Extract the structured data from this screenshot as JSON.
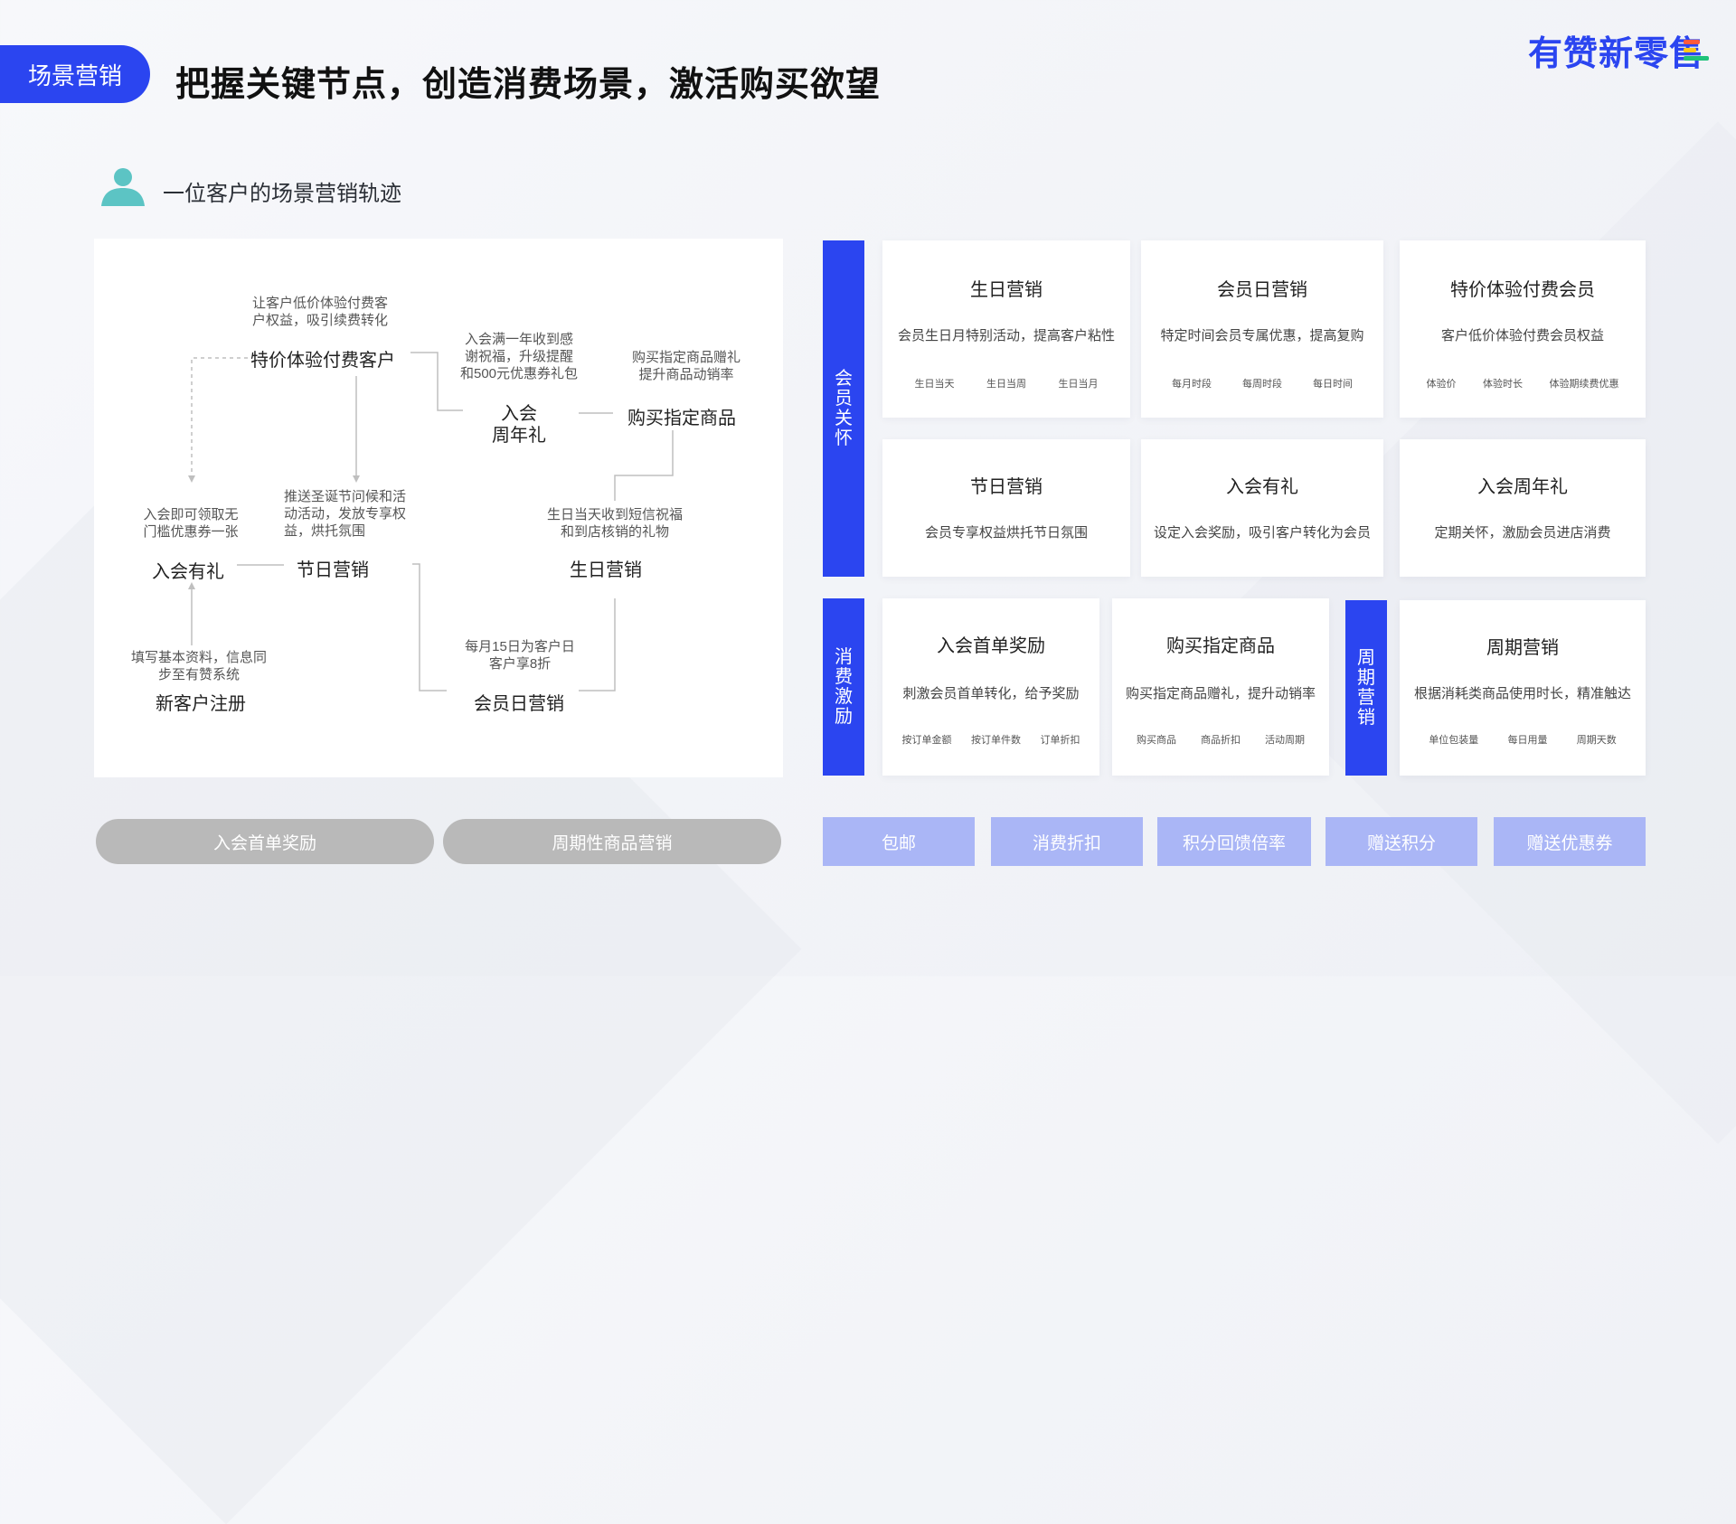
{
  "header": {
    "tag_label": "场景营销",
    "headline": "把握关键节点，创造消费场景，激活购买欲望",
    "logo_text": "有赞新零售"
  },
  "colors": {
    "accent_blue": "#2b45f0",
    "card_bg": "#ffffff",
    "pill_gray": "#b9b9b9",
    "pill_blue": "#aab6f6",
    "person_icon": "#5cc4c4",
    "logo_bars": [
      "#ff5a3c",
      "#ffc61a",
      "#1fc27a"
    ]
  },
  "journey": {
    "title": "一位客户的场景营销轨迹",
    "nodes": {
      "trial": "特价体验付费客户",
      "anniversary_1": "入会",
      "anniversary_2": "周年礼",
      "buy_product": "购买指定商品",
      "join_gift": "入会有礼",
      "festival": "节日营销",
      "birthday": "生日营销",
      "register": "新客户注册",
      "member_day": "会员日营销"
    },
    "notes": {
      "trial_1": "让客户低价体验付费客",
      "trial_2": "户权益，吸引续费转化",
      "anniv_1": "入会满一年收到感",
      "anniv_2": "谢祝福，升级提醒",
      "anniv_3": "和500元优惠券礼包",
      "buy_1": "购买指定商品赠礼",
      "buy_2": "提升商品动销率",
      "festival_1": "推送圣诞节问候和活",
      "festival_2": "动活动，发放专享权",
      "festival_3": "益，烘托氛围",
      "join_1": "入会即可领取无",
      "join_2": "门槛优惠券一张",
      "birthday_1": "生日当天收到短信祝福",
      "birthday_2": "和到店核销的礼物",
      "register_1": "填写基本资料，信息同",
      "register_2": "步至有赞系统",
      "memberday_1": "每月15日为客户日",
      "memberday_2": "客户享8折"
    }
  },
  "groups": {
    "care": [
      "会",
      "员",
      "关",
      "怀"
    ],
    "incentive": [
      "消",
      "费",
      "激",
      "励"
    ],
    "cycle": [
      "周",
      "期",
      "营",
      "销"
    ]
  },
  "cards": {
    "birthday": {
      "title": "生日营销",
      "desc": "会员生日月特别活动，提高客户粘性",
      "tags": [
        "生日当天",
        "生日当周",
        "生日当月"
      ]
    },
    "member_day": {
      "title": "会员日营销",
      "desc": "特定时间会员专属优惠，提高复购",
      "tags": [
        "每月时段",
        "每周时段",
        "每日时间"
      ]
    },
    "trial": {
      "title": "特价体验付费会员",
      "desc": "客户低价体验付费会员权益",
      "tags": [
        "体验价",
        "体验时长",
        "体验期续费优惠"
      ]
    },
    "festival": {
      "title": "节日营销",
      "desc": "会员专享权益烘托节日氛围"
    },
    "join_gift": {
      "title": "入会有礼",
      "desc": "设定入会奖励，吸引客户转化为会员"
    },
    "anniversary": {
      "title": "入会周年礼",
      "desc": "定期关怀，激励会员进店消费"
    },
    "first_order": {
      "title": "入会首单奖励",
      "desc": "刺激会员首单转化，给予奖励",
      "tags": [
        "按订单金额",
        "按订单件数",
        "订单折扣"
      ]
    },
    "buy_product": {
      "title": "购买指定商品",
      "desc": "购买指定商品赠礼，提升动销率",
      "tags": [
        "购买商品",
        "商品折扣",
        "活动周期"
      ]
    },
    "cycle": {
      "title": "周期营销",
      "desc": "根据消耗类商品使用时长，精准触达",
      "tags": [
        "单位包装量",
        "每日用量",
        "周期天数"
      ]
    }
  },
  "bottom_gray": [
    "入会首单奖励",
    "周期性商品营销"
  ],
  "bottom_blue": [
    "包邮",
    "消费折扣",
    "积分回馈倍率",
    "赠送积分",
    "赠送优惠券"
  ]
}
